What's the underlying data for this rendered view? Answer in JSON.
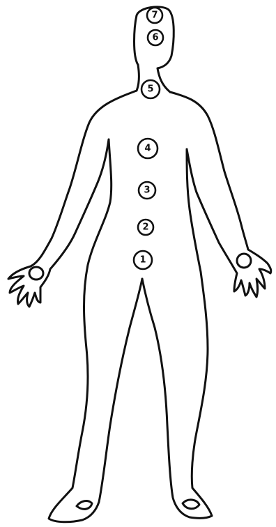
{
  "colors": {
    "line": "#111111",
    "background": "#ffffff"
  },
  "markers": [
    {
      "id": "marker-7",
      "label": "7"
    },
    {
      "id": "marker-6",
      "label": "6"
    },
    {
      "id": "marker-5",
      "label": "5"
    },
    {
      "id": "marker-4",
      "label": "4"
    },
    {
      "id": "marker-3",
      "label": "3"
    },
    {
      "id": "marker-2",
      "label": "2"
    },
    {
      "id": "marker-1",
      "label": "1"
    }
  ]
}
